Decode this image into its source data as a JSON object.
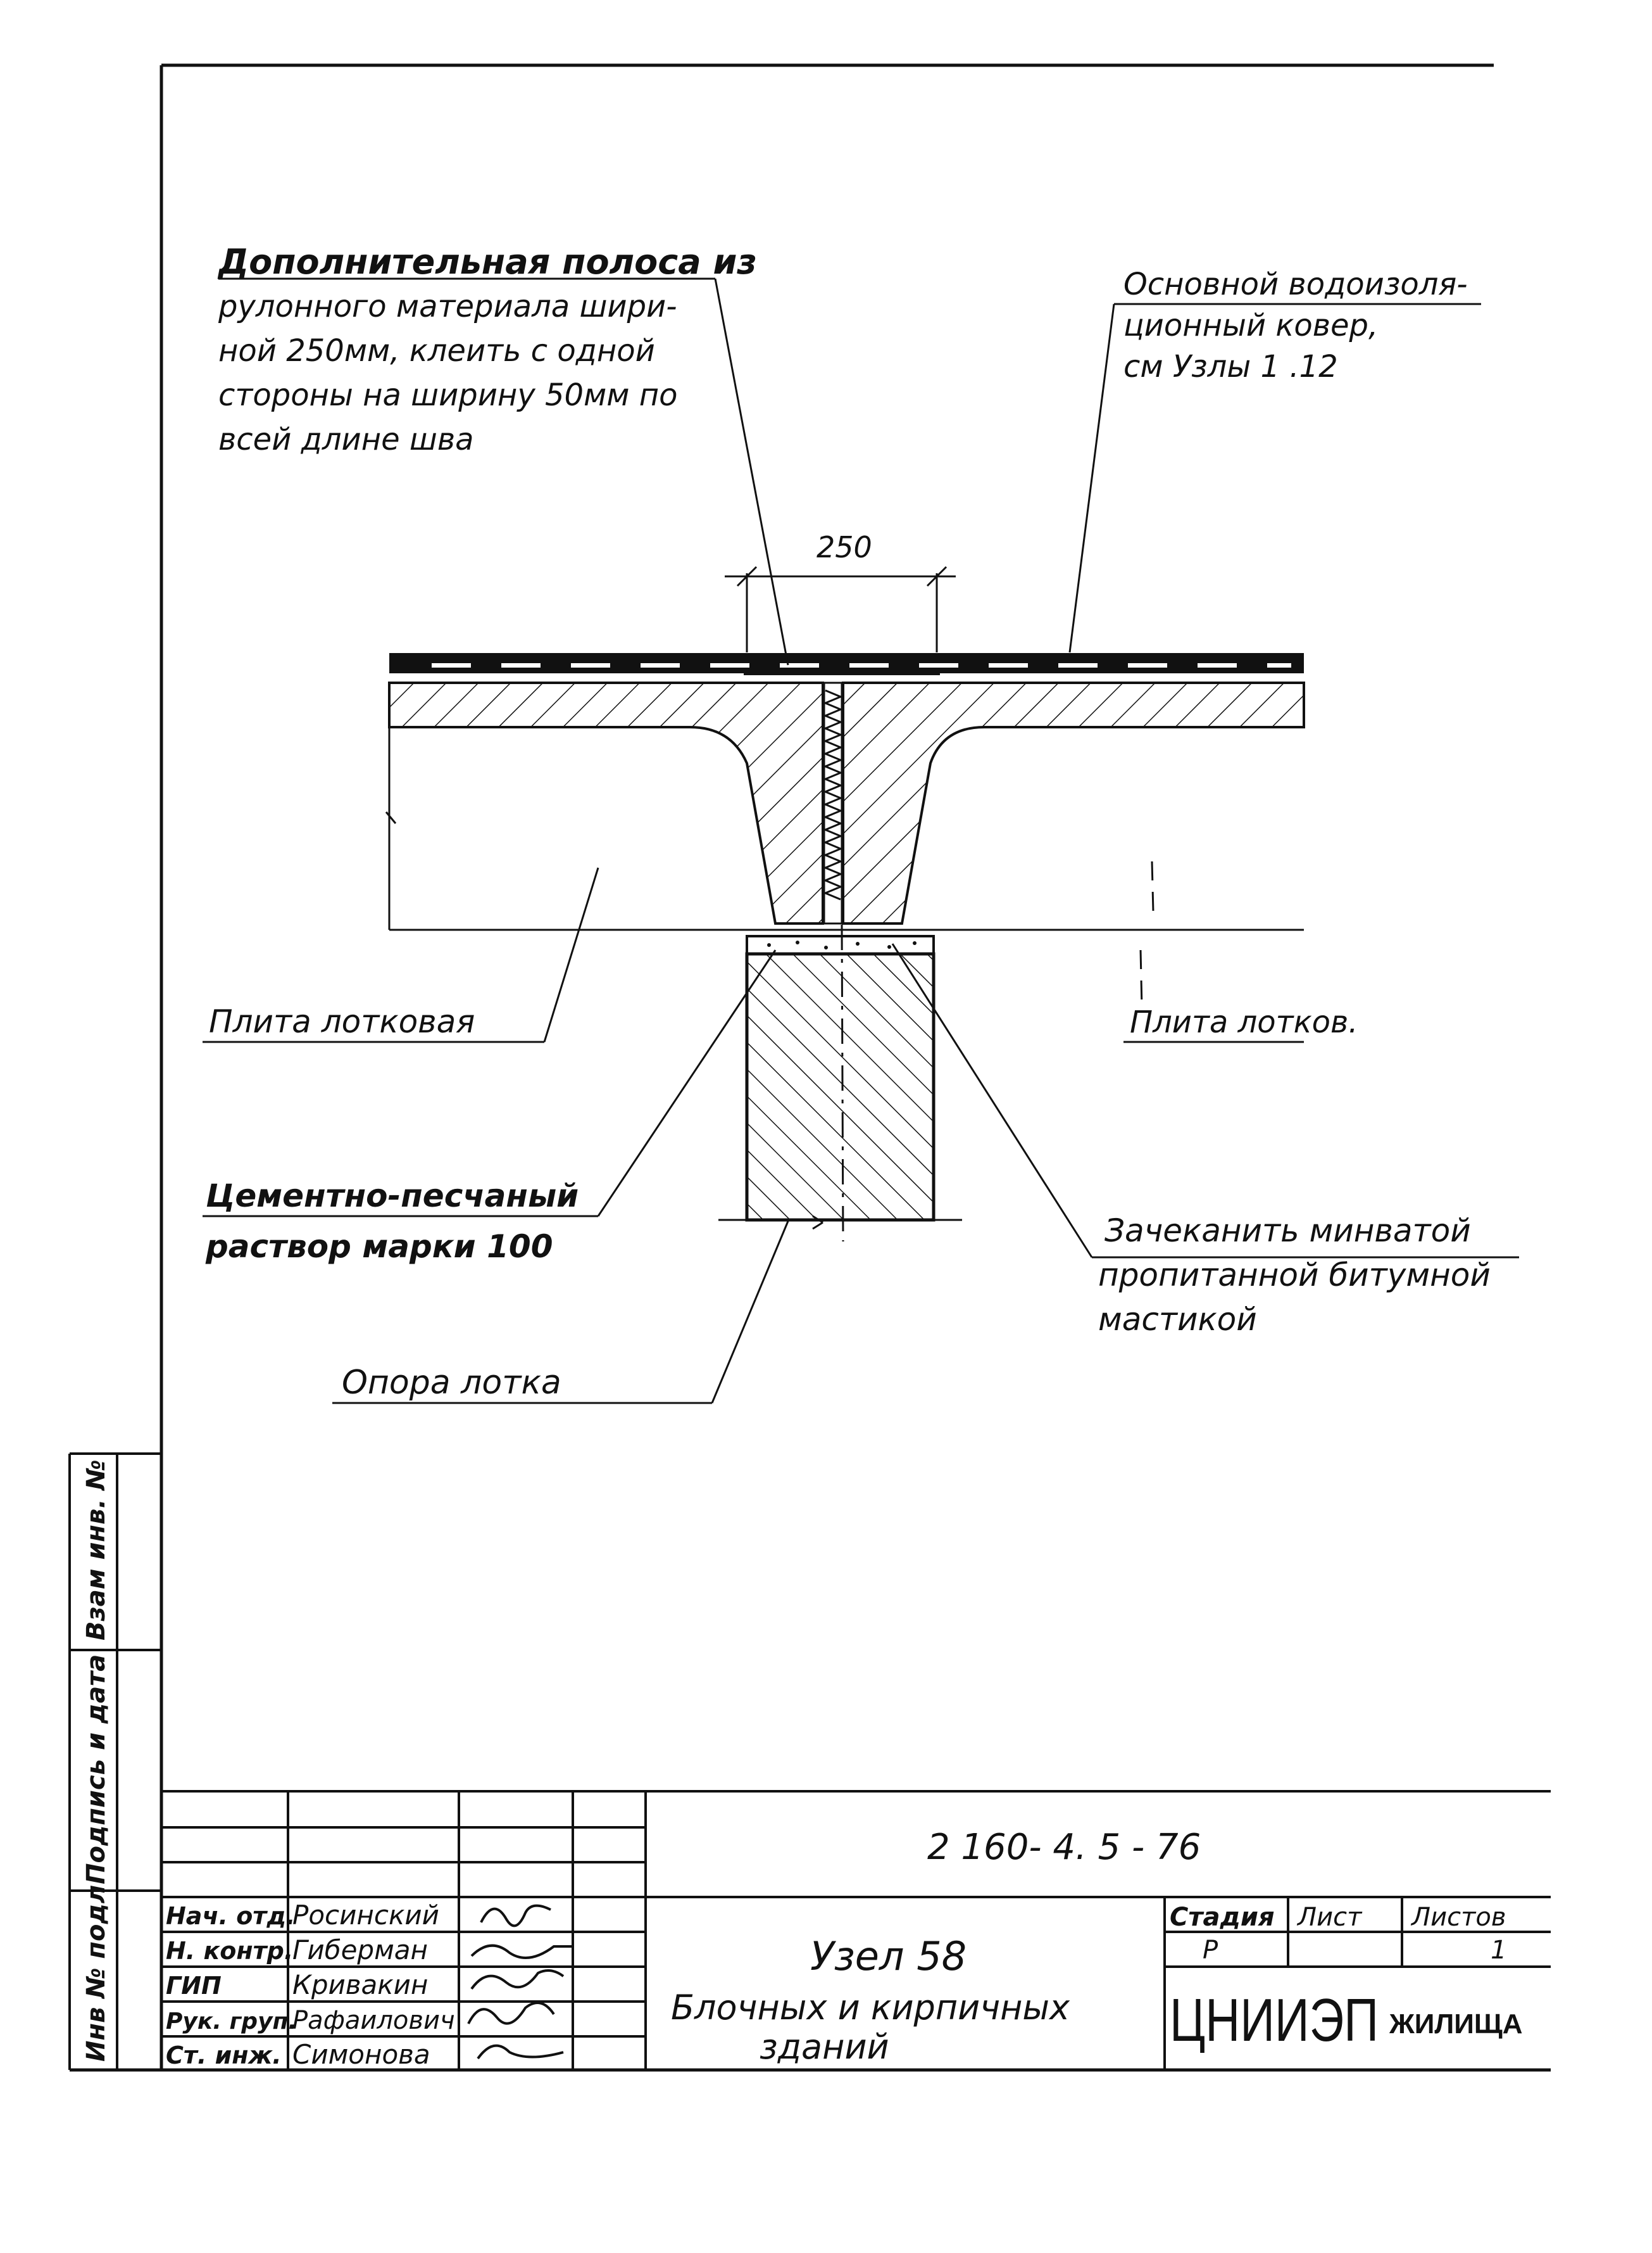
{
  "callouts": {
    "extra_strip": [
      "Дополнительная полоса из",
      "рулонного материала шири-",
      "ной 250мм, клеить с одной",
      "стороны на ширину 50мм по",
      "всей длине шва"
    ],
    "main_carpet": [
      "Основной водоизоля-",
      "ционный ковер,",
      "см  Узлы 1 .12"
    ],
    "dimension": "250",
    "slab_left": "Плита лотковая",
    "slab_right": "Плита лотков.",
    "mortar": [
      "Цементно-песчаный",
      "раствор марки 100"
    ],
    "caulk": [
      "Зачеканить минватой",
      "пропитанной битумной",
      "мастикой"
    ],
    "support": "Опора лотка"
  },
  "side_stamp": {
    "inv_replace": "Взам инв. №",
    "sign_date": "Подпись и дата",
    "inv_orig": "Инв № подл"
  },
  "title_block": {
    "doc_number": "2 160- 4. 5   - 76",
    "roles": [
      {
        "role": "Нач. отд.",
        "name": "Росинский"
      },
      {
        "role": "Н. контр.",
        "name": "Гиберман"
      },
      {
        "role": "ГИП",
        "name": "Кривакин"
      },
      {
        "role": "Рук. груп.",
        "name": "Рафаилович"
      },
      {
        "role": "Ст. инж.",
        "name": "Симонова"
      }
    ],
    "title_line1": "Узел  58",
    "title_line2": "Блочных  и  кирпичных",
    "title_line3": "зданий",
    "stage_header": "Стадия",
    "sheet_header": "Лист",
    "sheets_header": "Листов",
    "stage_value": "Р",
    "sheet_value": "",
    "sheets_value": "1",
    "org_logo": "ЦНИИЭП",
    "org_suffix": "ЖИЛИЩА"
  }
}
